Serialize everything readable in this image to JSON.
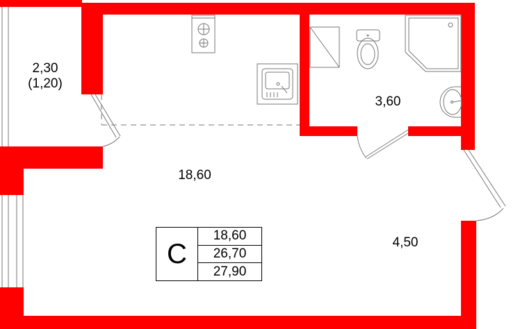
{
  "plan": {
    "wall_color": "#ff0000",
    "line_color": "#777777",
    "rooms": [
      {
        "id": "balcony",
        "area": "2,30",
        "area_coef": "(1,20)"
      },
      {
        "id": "living",
        "area": "18,60"
      },
      {
        "id": "bathroom",
        "area": "3,60"
      },
      {
        "id": "hallway",
        "area": "4,50"
      }
    ]
  },
  "legend": {
    "type": "С",
    "living_area": "18,60",
    "total_area": "26,70",
    "total_with_balcony": "27,90"
  }
}
